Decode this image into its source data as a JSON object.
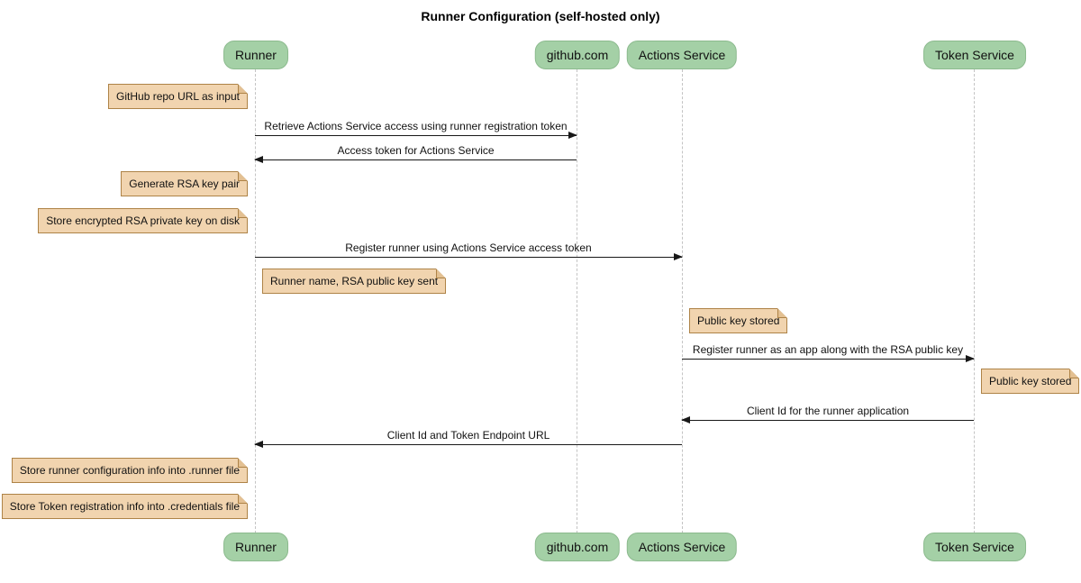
{
  "diagram": {
    "title": "Runner Configuration (self-hosted only)",
    "type": "sequence-diagram"
  },
  "participants": [
    {
      "label": "Runner"
    },
    {
      "label": "github.com"
    },
    {
      "label": "Actions Service"
    },
    {
      "label": "Token Service"
    }
  ],
  "messages": [
    {
      "label": "Retrieve Actions Service access using runner registration token",
      "from": "Runner",
      "to": "github.com",
      "direction": "right"
    },
    {
      "label": "Access token for Actions Service",
      "from": "github.com",
      "to": "Runner",
      "direction": "left"
    },
    {
      "label": "Register runner using Actions Service access token",
      "from": "Runner",
      "to": "Actions Service",
      "direction": "right"
    },
    {
      "label": "Register runner as an app along with the RSA public key",
      "from": "Actions Service",
      "to": "Token Service",
      "direction": "right"
    },
    {
      "label": "Client Id for the runner application",
      "from": "Token Service",
      "to": "Actions Service",
      "direction": "left"
    },
    {
      "label": "Client Id and Token Endpoint URL",
      "from": "Actions Service",
      "to": "Runner",
      "direction": "left"
    }
  ],
  "notes": [
    {
      "label": "GitHub repo URL as input",
      "anchor": "left of Runner"
    },
    {
      "label": "Generate RSA key pair",
      "anchor": "left of Runner"
    },
    {
      "label": "Store encrypted RSA private key on disk",
      "anchor": "left of Runner"
    },
    {
      "label": "Runner name, RSA public key sent",
      "anchor": "right of Runner"
    },
    {
      "label": "Public key stored",
      "anchor": "right of Actions Service"
    },
    {
      "label": "Public key stored",
      "anchor": "right of Token Service"
    },
    {
      "label": "Store runner configuration info into .runner file",
      "anchor": "left of Runner"
    },
    {
      "label": "Store Token registration info into .credentials file",
      "anchor": "left of Runner"
    }
  ],
  "colors": {
    "participant_fill": "#a4d0a6",
    "participant_border": "#8cba8e",
    "note_fill": "#f1d4af",
    "note_border": "#ae8347",
    "note_flap": "#e3c092",
    "lifeline": "#c4c4c4",
    "arrow": "#181818"
  }
}
